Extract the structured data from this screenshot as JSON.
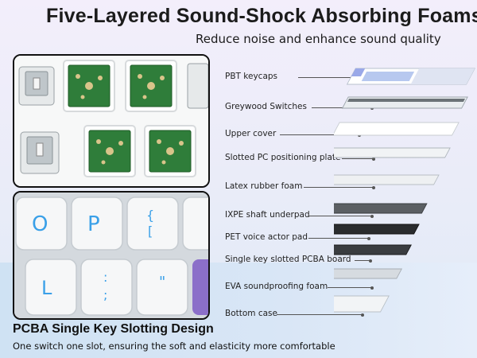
{
  "header": {
    "title": "Five-Layered Sound-Shock Absorbing Foams",
    "subtitle": "Reduce noise and enhance sound quality"
  },
  "layers": [
    {
      "label": "PBT keycaps"
    },
    {
      "label": "Greywood  Switches"
    },
    {
      "label": "Upper cover"
    },
    {
      "label": "Slotted PC positioning plate"
    },
    {
      "label": "Latex rubber foam"
    },
    {
      "label": "IXPE shaft underpad"
    },
    {
      "label": "PET voice actor pad"
    },
    {
      "label": "Single key slotted PCBA board"
    },
    {
      "label": "EVA soundproofing foam"
    },
    {
      "label": "Bottom case"
    }
  ],
  "keycaps": {
    "legends": [
      "O",
      "P",
      "{",
      "[",
      "L",
      ":",
      ";",
      "\""
    ]
  },
  "pcba": {
    "title": "PCBA Single Key Slotting Design",
    "subtitle": "One switch one slot, ensuring the soft and elasticity more comfortable"
  },
  "colors": {
    "pcb_green": "#2f7d3a",
    "keycap_blue": "#3aa0e8",
    "accent_purple": "#8b6fc9",
    "text": "#1b1b1b"
  }
}
